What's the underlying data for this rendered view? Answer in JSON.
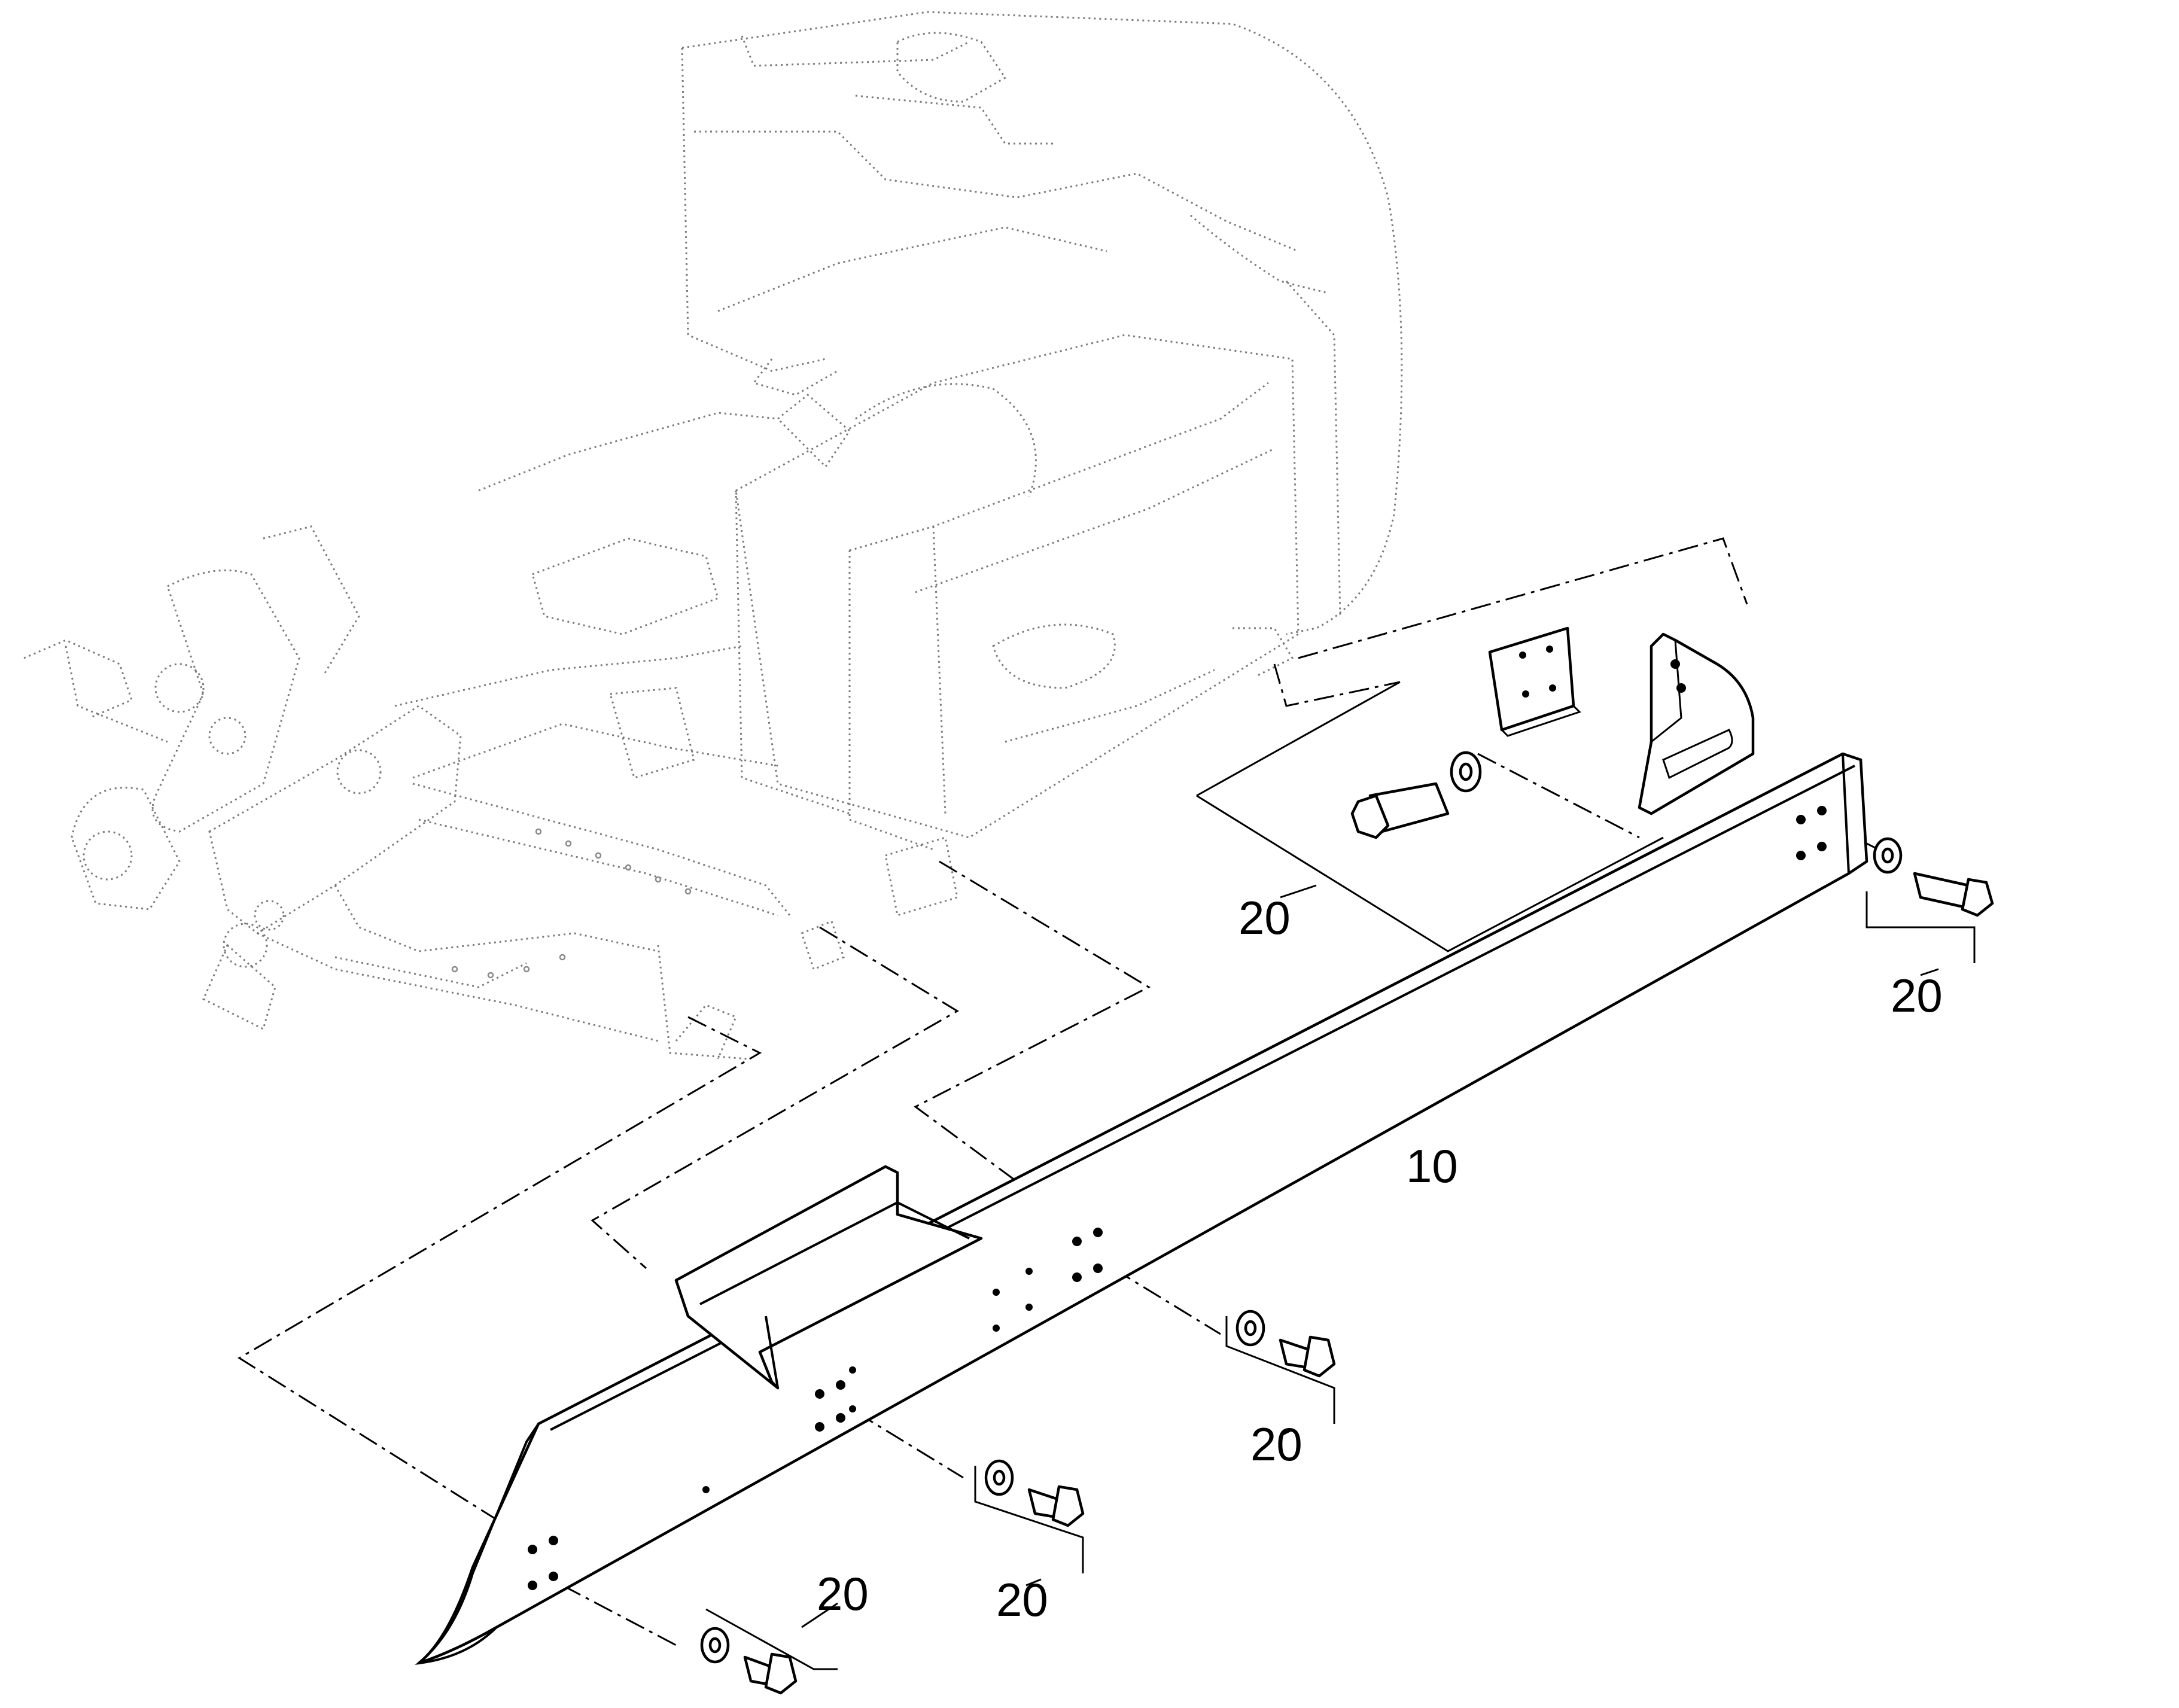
{
  "diagram": {
    "callouts": [
      {
        "id": "frame-beam",
        "text": "10"
      },
      {
        "id": "bracket-kit",
        "text": "20"
      },
      {
        "id": "bolt-right",
        "text": "20"
      },
      {
        "id": "bolt-mid-right",
        "text": "20"
      },
      {
        "id": "bolt-mid-left",
        "text": "20"
      },
      {
        "id": "bolt-left",
        "text": "20"
      }
    ]
  }
}
